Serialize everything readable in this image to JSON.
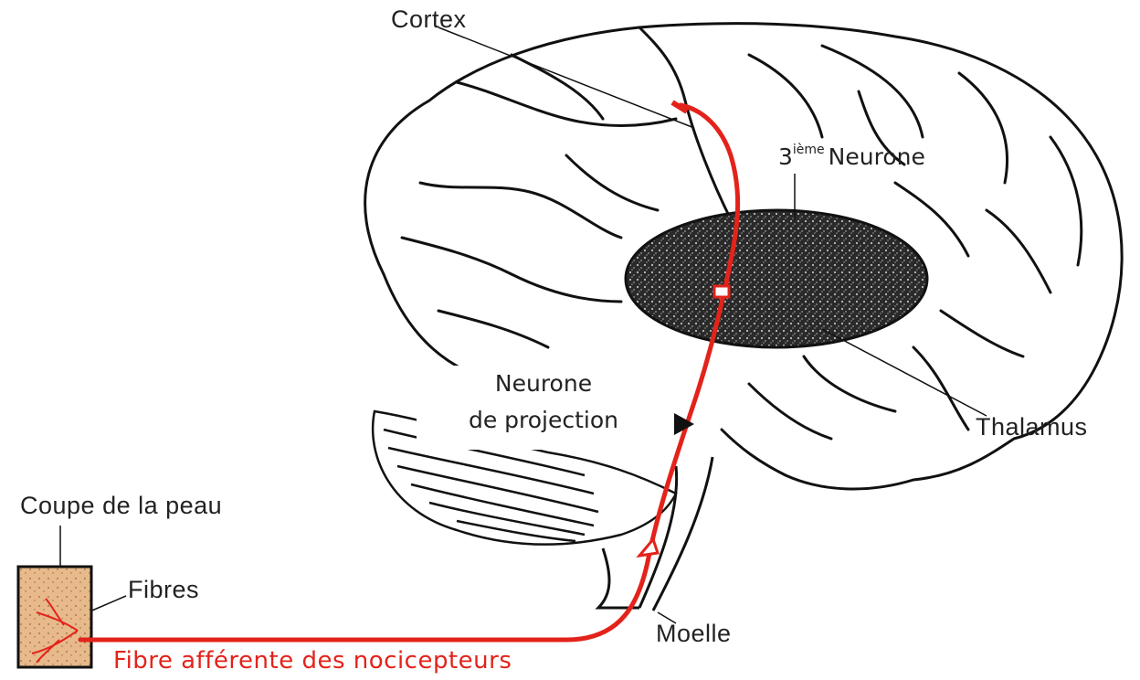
{
  "labels": {
    "cortex": "Cortex",
    "third_neuron_number": "3",
    "third_neuron_suffix": "ième",
    "third_neuron_word": "Neurone",
    "projection_line1": "Neurone",
    "projection_line2": "de projection",
    "thalamus": "Thalamus",
    "skin_section": "Coupe de la peau",
    "fibres": "Fibres",
    "spinal_cord": "Moelle",
    "afferent_fibre": "Fibre afférente des nocicepteurs"
  },
  "colors": {
    "pathway": "#e3231b",
    "skin": "#e8b98a",
    "thalamus_fill": "#2a2a2a",
    "outline": "#111111"
  }
}
